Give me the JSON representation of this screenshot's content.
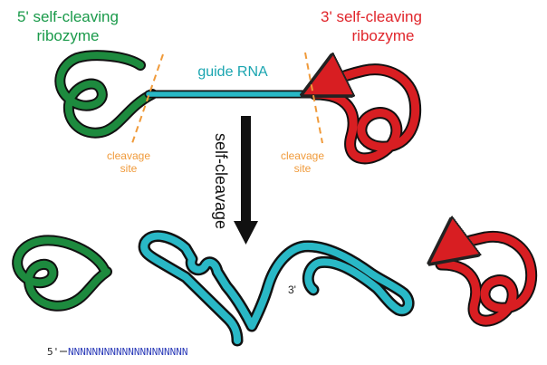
{
  "labels": {
    "ribozyme5_line1": "5' self-cleaving",
    "ribozyme5_line2": "ribozyme",
    "ribozyme3_line1": "3' self-cleaving",
    "ribozyme3_line2": "ribozyme",
    "guide_rna": "guide RNA",
    "cleavage_left_line1": "cleavage",
    "cleavage_left_line2": "site",
    "cleavage_right_line1": "cleavage",
    "cleavage_right_line2": "site",
    "process": "self-cleavage",
    "five_prime": "5'",
    "three_prime": "3'",
    "sequence": "NNNNNNNNNNNNNNNNNNNN"
  },
  "colors": {
    "ribozyme5": "#1d8a3e",
    "ribozyme3": "#d81e22",
    "guide_rna": "#29b8c6",
    "cleavage_site": "#f09a3a",
    "sequence": "#2a3ab8"
  }
}
